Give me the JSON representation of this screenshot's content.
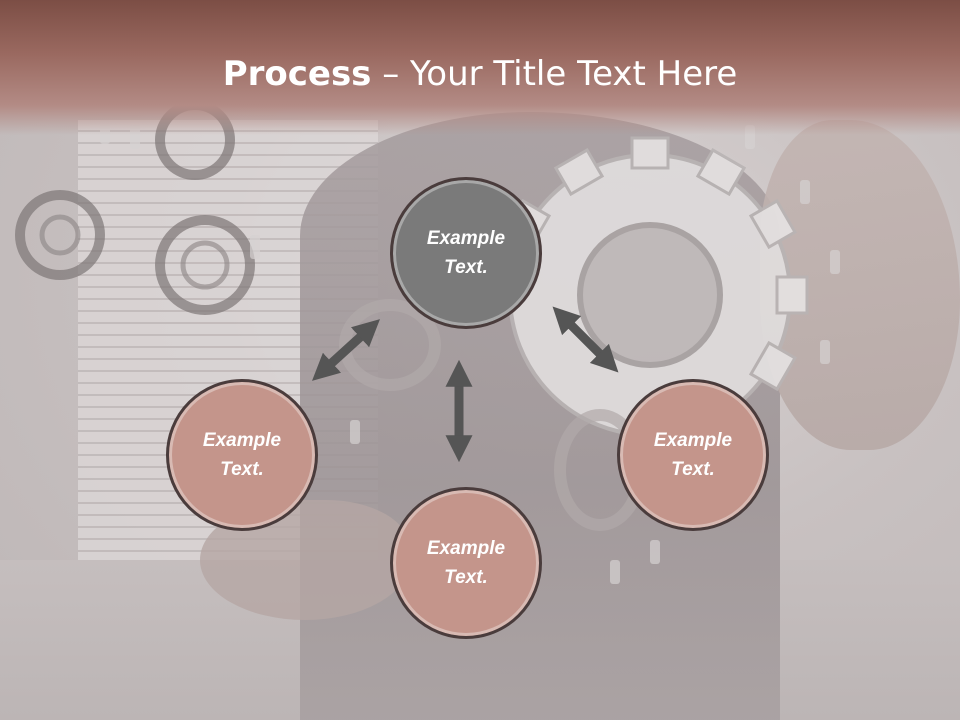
{
  "title": {
    "bold": "Process",
    "rest": " – Your Title Text Here"
  },
  "nodes": {
    "top": "Example Text.",
    "left": "Example Text.",
    "right": "Example Text.",
    "bottom": "Example Text."
  },
  "colors": {
    "title_band": "#8b5c53",
    "center_circle": "#7a7a7a",
    "outer_circles": "#c4958b",
    "circle_border": "#4a3c3c",
    "arrows": "#555555"
  }
}
